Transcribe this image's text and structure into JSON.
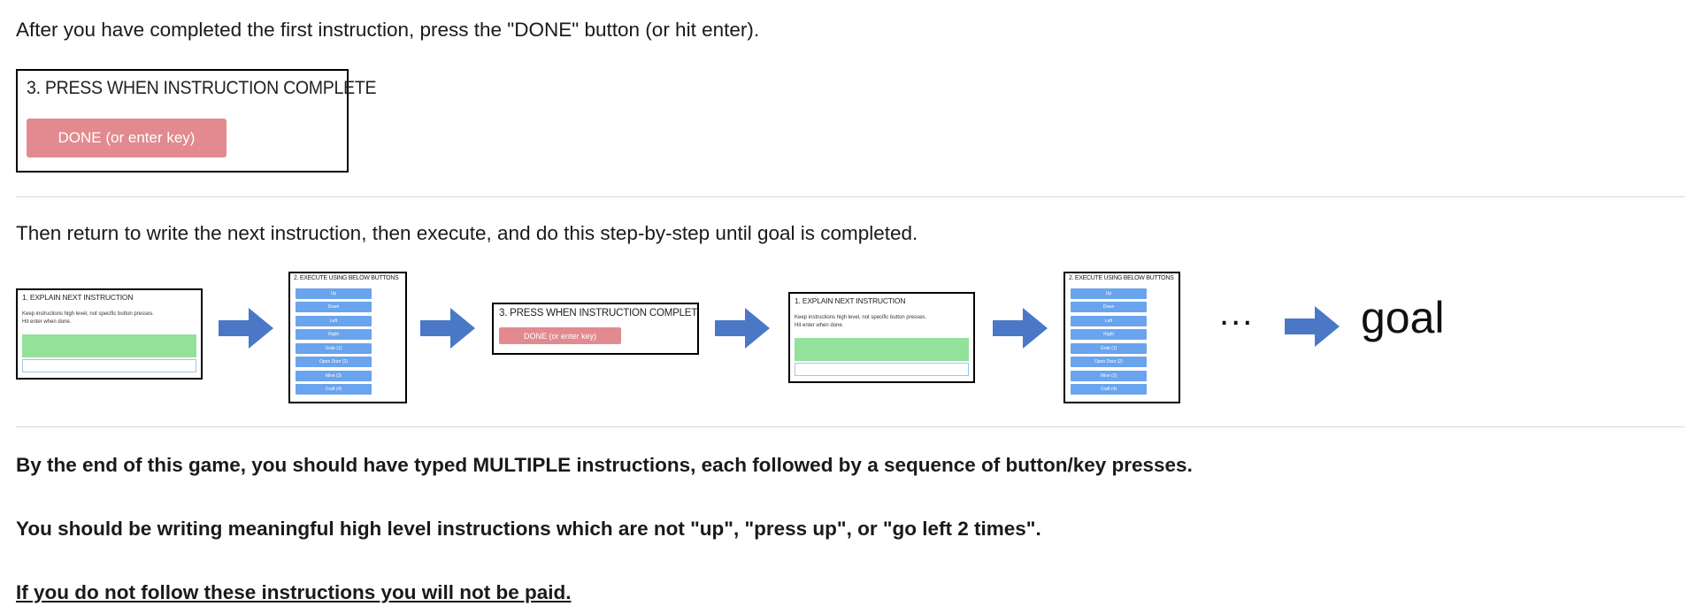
{
  "text": {
    "step_intro": "After you have completed the first instruction, press the \"DONE\" button (or hit enter).",
    "then_return": "Then return to write the next instruction, then execute, and do this step-by-step until goal is completed.",
    "by_end": "By the end of this game, you should have typed MULTIPLE instructions, each followed by a sequence of button/key presses.",
    "meaningful": "You should be writing meaningful high level instructions which are not \"up\", \"press up\", or \"go left 2 times\".",
    "warning": "If you do not follow these instructions you will not be paid."
  },
  "press_panel": {
    "title": "3. PRESS WHEN INSTRUCTION COMPLETE",
    "button_label": "DONE (or enter key)",
    "button_color": "#e28a8f"
  },
  "explain_panel": {
    "title": "1. EXPLAIN NEXT INSTRUCTION",
    "line1": "Keep instructions high level, not specific button presses.",
    "line2": "Hit enter when done."
  },
  "execute_panel": {
    "title": "2. EXECUTE USING BELOW BUTTONS",
    "buttons": [
      "Up",
      "Down",
      "Left",
      "Right",
      "Grab (1)",
      "Open Door (2)",
      "Mine (3)",
      "Craft (4)"
    ]
  },
  "flow": {
    "ellipsis": "...",
    "goal": "goal",
    "arrow_color": "#4a78c7"
  }
}
